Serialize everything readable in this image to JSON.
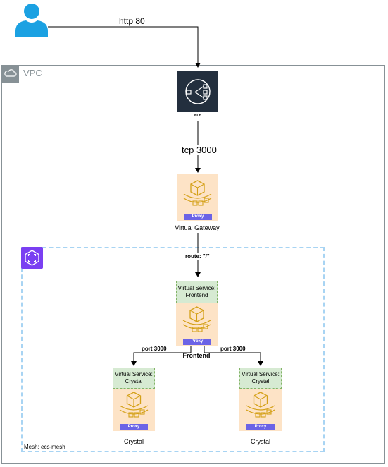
{
  "vpc": {
    "title": "VPC"
  },
  "user": {
    "icon": "user-icon"
  },
  "edges": {
    "http": "http 80",
    "tcp": "tcp 3000",
    "route": "route: \"/\"",
    "port_left": "port 3000",
    "port_right": "port 3000"
  },
  "nlb": {
    "caption": "NLB",
    "icon": "load-balancer-icon"
  },
  "gateway": {
    "proxy": "Proxy",
    "caption": "Virtual Gateway"
  },
  "frontend": {
    "vs_line1": "Virtual Service:",
    "vs_line2": "Frontend",
    "proxy": "Proxy",
    "caption": "Frontend"
  },
  "crystal_left": {
    "vs_line1": "Virtual Service:",
    "vs_line2": "Crystal",
    "proxy": "Proxy",
    "caption": "Crystal"
  },
  "crystal_right": {
    "vs_line1": "Virtual Service:",
    "vs_line2": "Crystal",
    "proxy": "Proxy",
    "caption": "Crystal"
  },
  "mesh": {
    "label": "Mesh: ecs-mesh",
    "icon": "app-mesh-icon"
  },
  "colors": {
    "vpc_border": "#879196",
    "mesh_border": "#a8d4f3",
    "mesh_icon": "#7a3ff2",
    "nlb_bg": "#232f3e",
    "service_tile": "#fde3c6",
    "service_stroke": "#d4a017",
    "proxy_tag": "#6b63e6",
    "virtual_service_fill": "#d6ead2",
    "user_blue": "#1ba1e2"
  }
}
